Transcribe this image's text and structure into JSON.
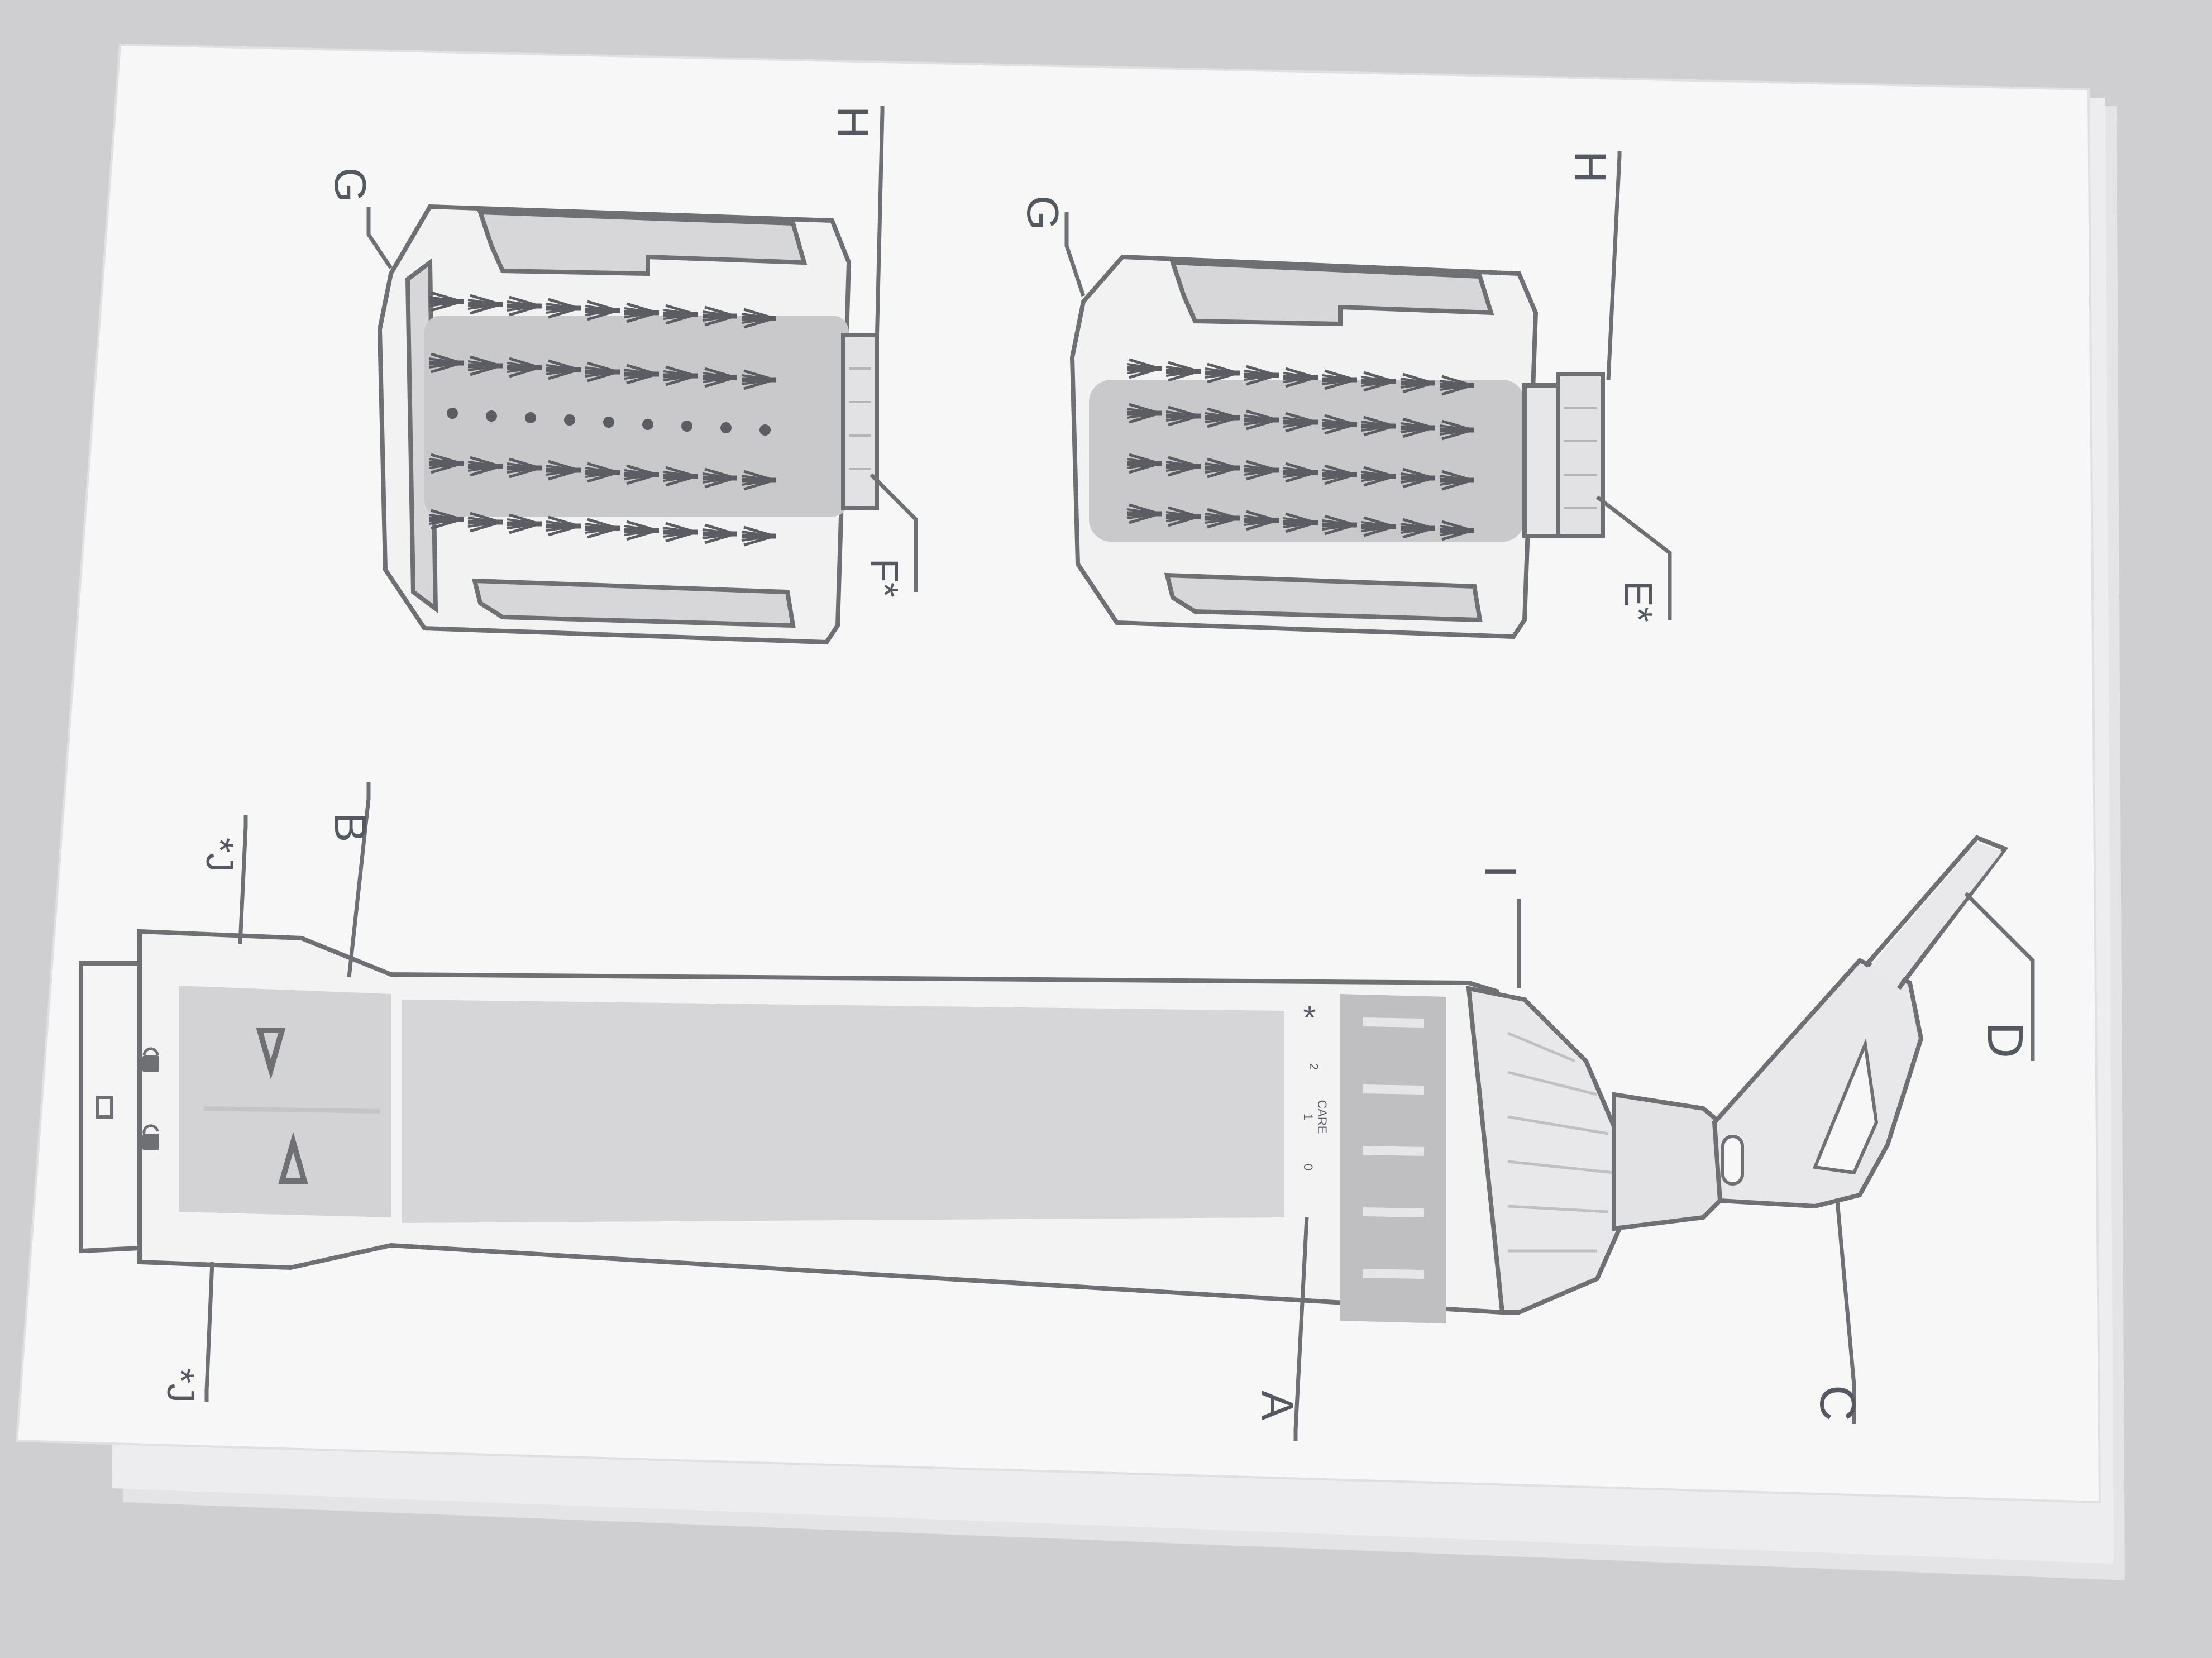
{
  "labels": {
    "A": "A",
    "B": "B",
    "C": "C",
    "D": "D",
    "E": "E*",
    "F": "F*",
    "G": "G",
    "H": "H",
    "I": "I",
    "J": "*J"
  },
  "dial_marks": {
    "zero": "0",
    "one": "1",
    "care": "CARE",
    "two": "2",
    "snow": "*"
  },
  "colors": {
    "background": "#cfcfd1",
    "paper": "#f7f7f8",
    "line": "#6e7074",
    "body_fill": "#d6d6d8",
    "ring_fill": "#bfbfc2",
    "barrel_fill": "#c9c9cb",
    "bristle": "#5b5d62"
  },
  "icons": [
    "up-arrow-icon",
    "down-arrow-icon",
    "lock-icon",
    "unlock-icon",
    "snowflake-icon"
  ]
}
